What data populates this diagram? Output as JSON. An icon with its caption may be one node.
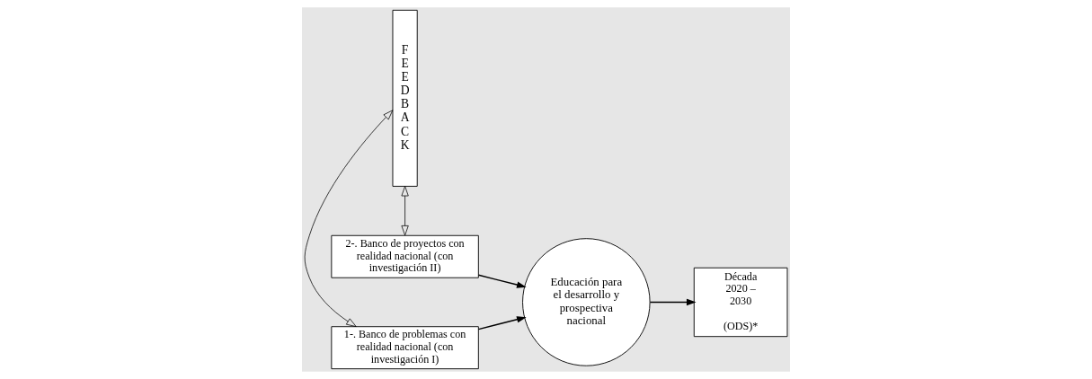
{
  "diagram": {
    "nodes": [
      {
        "text": [
          "FEEDBACK"
        ]
      },
      {
        "text": [
          "1-. Banco de problemas con realidad nacional (con investigación I)"
        ]
      },
      {
        "text": [
          "2-. Banco de proyectos con realidad nacional (con investigación II)"
        ]
      },
      {
        "text": [
          "Educación para el desarrollo y prospectiva nacional"
        ]
      },
      {
        "text": [
          "Década 2020 – 2030",
          "(ODS)*"
        ]
      }
    ],
    "edges": [
      {
        "from": 0,
        "to": 1,
        "arrow": "both"
      },
      {
        "from": 0,
        "to": 2,
        "arrow": "both"
      },
      {
        "from": 1,
        "to": 3,
        "arrow": "to"
      },
      {
        "from": 2,
        "to": 3,
        "arrow": "to"
      },
      {
        "from": 3,
        "to": 4,
        "arrow": "to"
      }
    ]
  }
}
